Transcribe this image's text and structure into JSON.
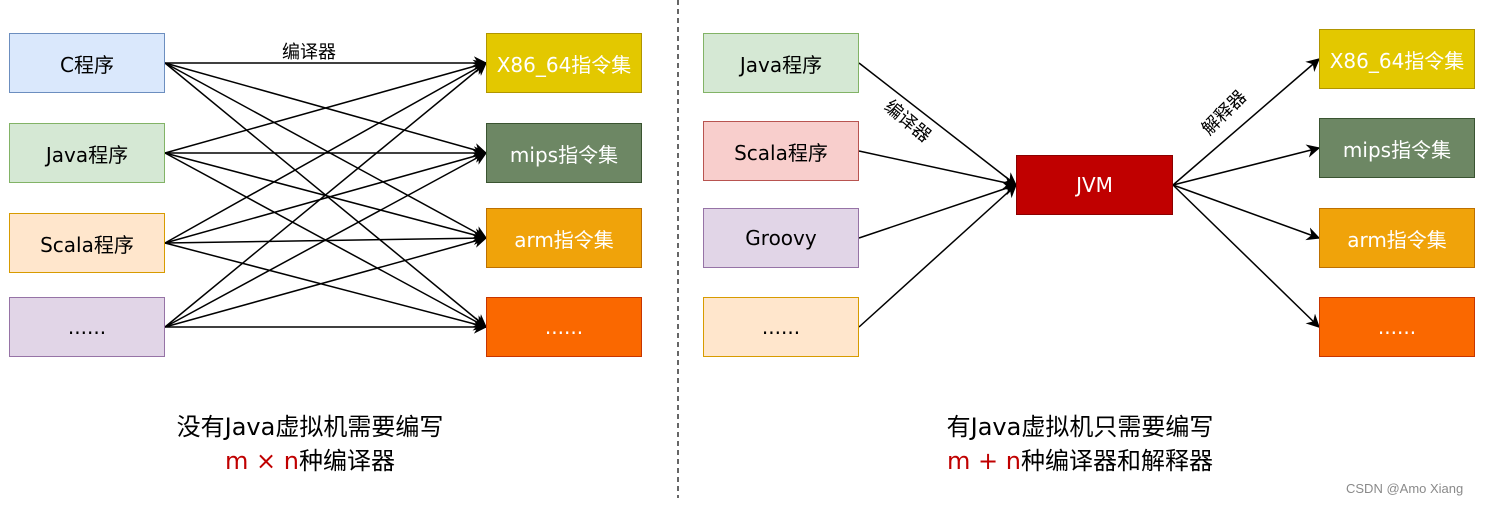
{
  "left": {
    "sources": [
      {
        "label": "C程序",
        "fill": "#dae8fc",
        "stroke": "#6c8ebf",
        "color": "#000000"
      },
      {
        "label": "Java程序",
        "fill": "#d5e8d4",
        "stroke": "#82b366",
        "color": "#000000"
      },
      {
        "label": "Scala程序",
        "fill": "#ffe6cc",
        "stroke": "#d79b00",
        "color": "#000000"
      },
      {
        "label": "......",
        "fill": "#e1d5e7",
        "stroke": "#9673a6",
        "color": "#000000"
      }
    ],
    "targets": [
      {
        "label": "X86_64指令集",
        "fill": "#e3c800",
        "stroke": "#b09500",
        "color": "#ffffff"
      },
      {
        "label": "mips指令集",
        "fill": "#6d8764",
        "stroke": "#3a5431",
        "color": "#ffffff"
      },
      {
        "label": "arm指令集",
        "fill": "#f0a30a",
        "stroke": "#bd7000",
        "color": "#ffffff"
      },
      {
        "label": "......",
        "fill": "#fa6800",
        "stroke": "#c73500",
        "color": "#ffffff"
      }
    ],
    "edge_label": "编译器",
    "caption_line1": "没有Java虚拟机需要编写",
    "caption_formula": "m × n",
    "caption_suffix": "种编译器"
  },
  "right": {
    "sources": [
      {
        "label": "Java程序",
        "fill": "#d5e8d4",
        "stroke": "#82b366",
        "color": "#000000"
      },
      {
        "label": "Scala程序",
        "fill": "#f8cecc",
        "stroke": "#b85450",
        "color": "#000000"
      },
      {
        "label": "Groovy",
        "fill": "#e1d5e7",
        "stroke": "#9673a6",
        "color": "#000000"
      },
      {
        "label": "......",
        "fill": "#ffe6cc",
        "stroke": "#d79b00",
        "color": "#000000"
      }
    ],
    "jvm": {
      "label": "JVM",
      "fill": "#c00000",
      "stroke": "#8b0000",
      "color": "#ffffff"
    },
    "targets": [
      {
        "label": "X86_64指令集",
        "fill": "#e3c800",
        "stroke": "#b09500",
        "color": "#ffffff"
      },
      {
        "label": "mips指令集",
        "fill": "#6d8764",
        "stroke": "#3a5431",
        "color": "#ffffff"
      },
      {
        "label": "arm指令集",
        "fill": "#f0a30a",
        "stroke": "#bd7000",
        "color": "#ffffff"
      },
      {
        "label": "......",
        "fill": "#fa6800",
        "stroke": "#c73500",
        "color": "#ffffff"
      }
    ],
    "compiler_label": "编译器",
    "interpreter_label": "解释器",
    "caption_line1": "有Java虚拟机只需要编写",
    "caption_formula": "m + n",
    "caption_suffix": "种编译器和解释器"
  },
  "watermark": "CSDN @Amo Xiang",
  "colors": {
    "line": "#000000",
    "divider": "#333333",
    "formula": "#c00000"
  }
}
